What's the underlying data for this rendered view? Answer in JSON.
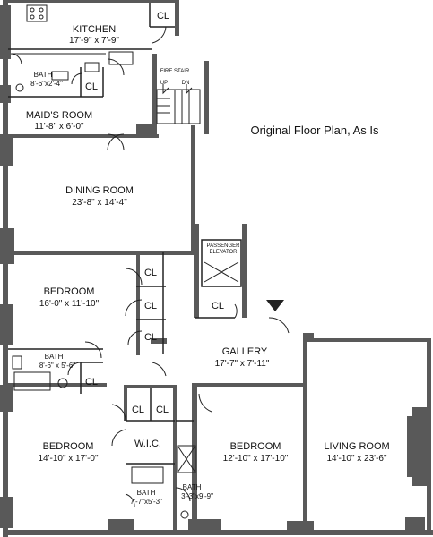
{
  "title": "Original Floor Plan, As Is",
  "rooms": {
    "kitchen": {
      "name": "KITCHEN",
      "dims": "17'-9\" x 7'-9\""
    },
    "kitchen_cl": {
      "name": "CL"
    },
    "bath_maid": {
      "name": "BATH",
      "dims": "8'-6\"x2'-4\""
    },
    "bath_maid_cl": {
      "name": "CL"
    },
    "maids_room": {
      "name": "MAID'S ROOM",
      "dims": "11'-8\" x 6'-0\""
    },
    "fire_stair": {
      "name": "FIRE STAIR",
      "up": "UP",
      "dn": "DN"
    },
    "dining_room": {
      "name": "DINING ROOM",
      "dims": "23'-8\" x 14'-4\""
    },
    "passenger_elevator": {
      "name_line1": "PASSENGER",
      "name_line2": "ELEVATOR"
    },
    "bedroom1": {
      "name": "BEDROOM",
      "dims": "16'-0\" x 11'-10\""
    },
    "bedroom1_cl1": {
      "name": "CL"
    },
    "bedroom1_cl2": {
      "name": "CL"
    },
    "bedroom1_cl3": {
      "name": "CL"
    },
    "elevator_cl": {
      "name": "CL"
    },
    "bath2": {
      "name": "BATH",
      "dims": "8'-6\" x 5'-6\""
    },
    "bath2_cl": {
      "name": "CL"
    },
    "gallery": {
      "name": "GALLERY",
      "dims": "17'-7\" x 7'-11\""
    },
    "cl_a": {
      "name": "CL"
    },
    "cl_b": {
      "name": "CL"
    },
    "bedroom2": {
      "name": "BEDROOM",
      "dims": "14'-10\" x 17'-0\""
    },
    "wic": {
      "name": "W.I.C."
    },
    "bath3": {
      "name": "BATH",
      "dims": "7'-7\"x5'-3\""
    },
    "bath4": {
      "name": "BATH",
      "dims": "3'-3\"x9'-9\""
    },
    "bedroom3": {
      "name": "BEDROOM",
      "dims": "12'-10\" x 17'-10\""
    },
    "living_room": {
      "name": "LIVING ROOM",
      "dims": "14'-10\" x 23'-6\""
    }
  }
}
